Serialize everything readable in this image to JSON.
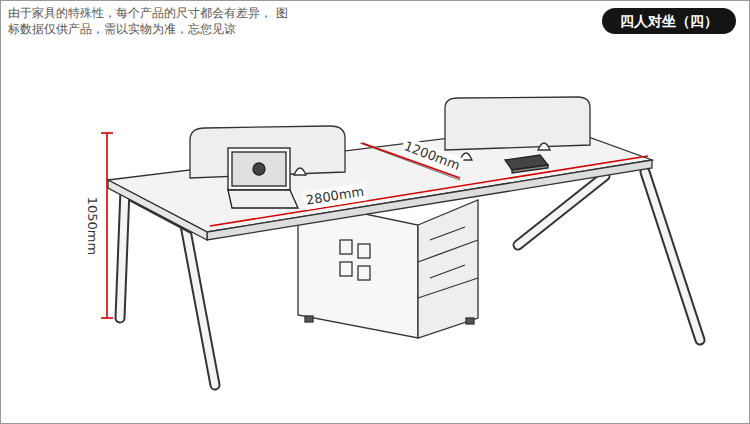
{
  "diagram": {
    "title": "四人对坐（四）",
    "labels": [
      "由于家具的特殊性，每个产品的尺寸都会有差异， 图标数据仅供产品，需以实物为准，忘您见谅",
      "1050mm",
      "2800mm",
      "1200mm"
    ]
  }
}
